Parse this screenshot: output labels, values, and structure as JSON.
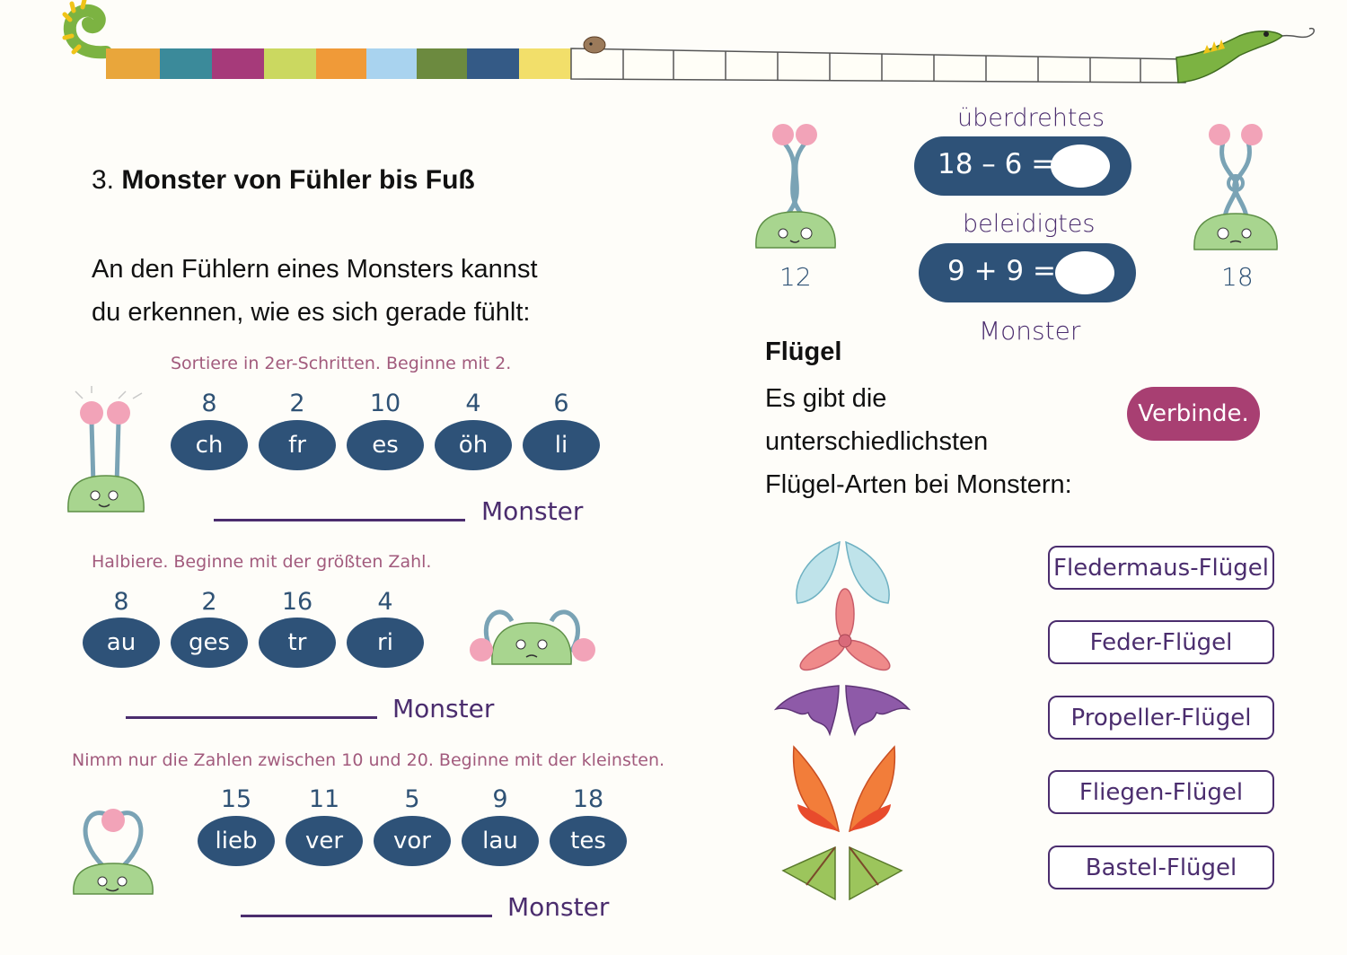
{
  "title": {
    "number": "3.",
    "text": "Monster von Fühler bis Fuß"
  },
  "intro": {
    "line1": "An den Fühlern eines Monsters kannst",
    "line2": "du erkennen, wie es sich gerade fühlt:"
  },
  "exercises": [
    {
      "instruction": "Sortiere in  2er-Schritten. Beginne mit  2.",
      "numbers": [
        "8",
        "2",
        "10",
        "4",
        "6"
      ],
      "syllables": [
        "ch",
        "fr",
        "es",
        "öh",
        "li"
      ],
      "answer_label": "Monster"
    },
    {
      "instruction": "Halbiere. Beginne mit der größten Zahl.",
      "numbers": [
        "8",
        "2",
        "16",
        "4"
      ],
      "syllables": [
        "au",
        "ges",
        "tr",
        "ri"
      ],
      "answer_label": "Monster"
    },
    {
      "instruction": "Nimm nur die Zahlen zwischen  10  und  20. Beginne mit der kleinsten.",
      "numbers": [
        "15",
        "11",
        "5",
        "9",
        "18"
      ],
      "syllables": [
        "lieb",
        "ver",
        "vor",
        "lau",
        "tes"
      ],
      "answer_label": "Monster"
    }
  ],
  "equations": {
    "label1": "überdrehtes",
    "eq1": "18 – 6 =",
    "label2": "beleidigtes",
    "eq2": "9 + 9 =",
    "monster_label": "Monster",
    "left_number": "12",
    "right_number": "18"
  },
  "wings": {
    "heading": "Flügel",
    "text_line1": "Es gibt die",
    "text_line2": "unterschiedlichsten",
    "text_line3": "Flügel-Arten bei Monstern:",
    "connect_button": "Verbinde.",
    "options": [
      "Fledermaus-Flügel",
      "Feder-Flügel",
      "Propeller-Flügel",
      "Fliegen-Flügel",
      "Bastel-Flügel"
    ]
  },
  "colors": {
    "pill": "#2e5278",
    "accent": "#a83f72",
    "instruction": "#a25b7d",
    "answer_ink": "#4b2d6e"
  }
}
